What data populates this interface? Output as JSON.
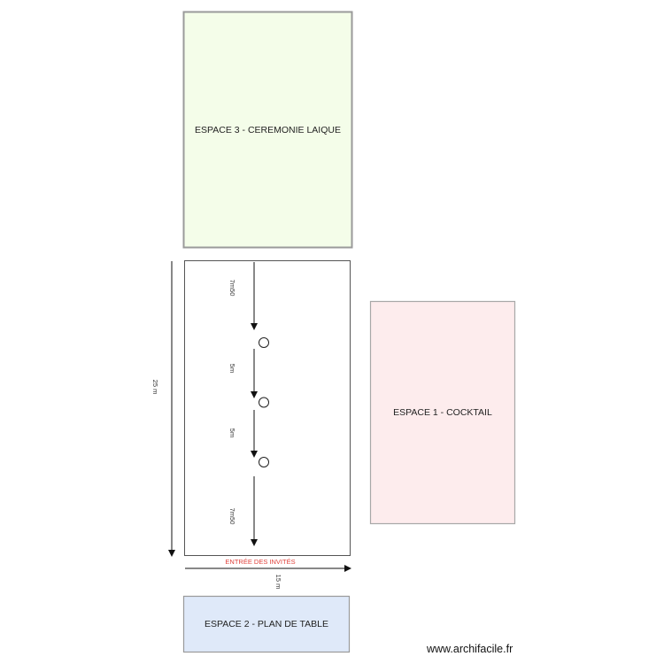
{
  "spaces": {
    "ceremonie": {
      "label": "ESPACE 3 - CEREMONIE LAIQUE",
      "fill": "#f4fde9",
      "stroke": "#9a9a9a"
    },
    "cocktail": {
      "label": "ESPACE 1 - COCKTAIL",
      "fill": "#fdeced",
      "stroke": "#a8a8a8"
    },
    "plan_de_table": {
      "label": "ESPACE 2 - PLAN DE TABLE",
      "fill": "#dfe9f9",
      "stroke": "#9a9a9a"
    }
  },
  "main_area": {
    "length_label": "25 m",
    "width_label": "15 m",
    "entrance_label": "ENTRÉE DES INVITÉS",
    "entrance_color": "#e0403a",
    "segments": [
      {
        "label": "7m50"
      },
      {
        "label": "5m"
      },
      {
        "label": "5m"
      },
      {
        "label": "7m50"
      }
    ]
  },
  "watermark": "www.archifacile.fr"
}
